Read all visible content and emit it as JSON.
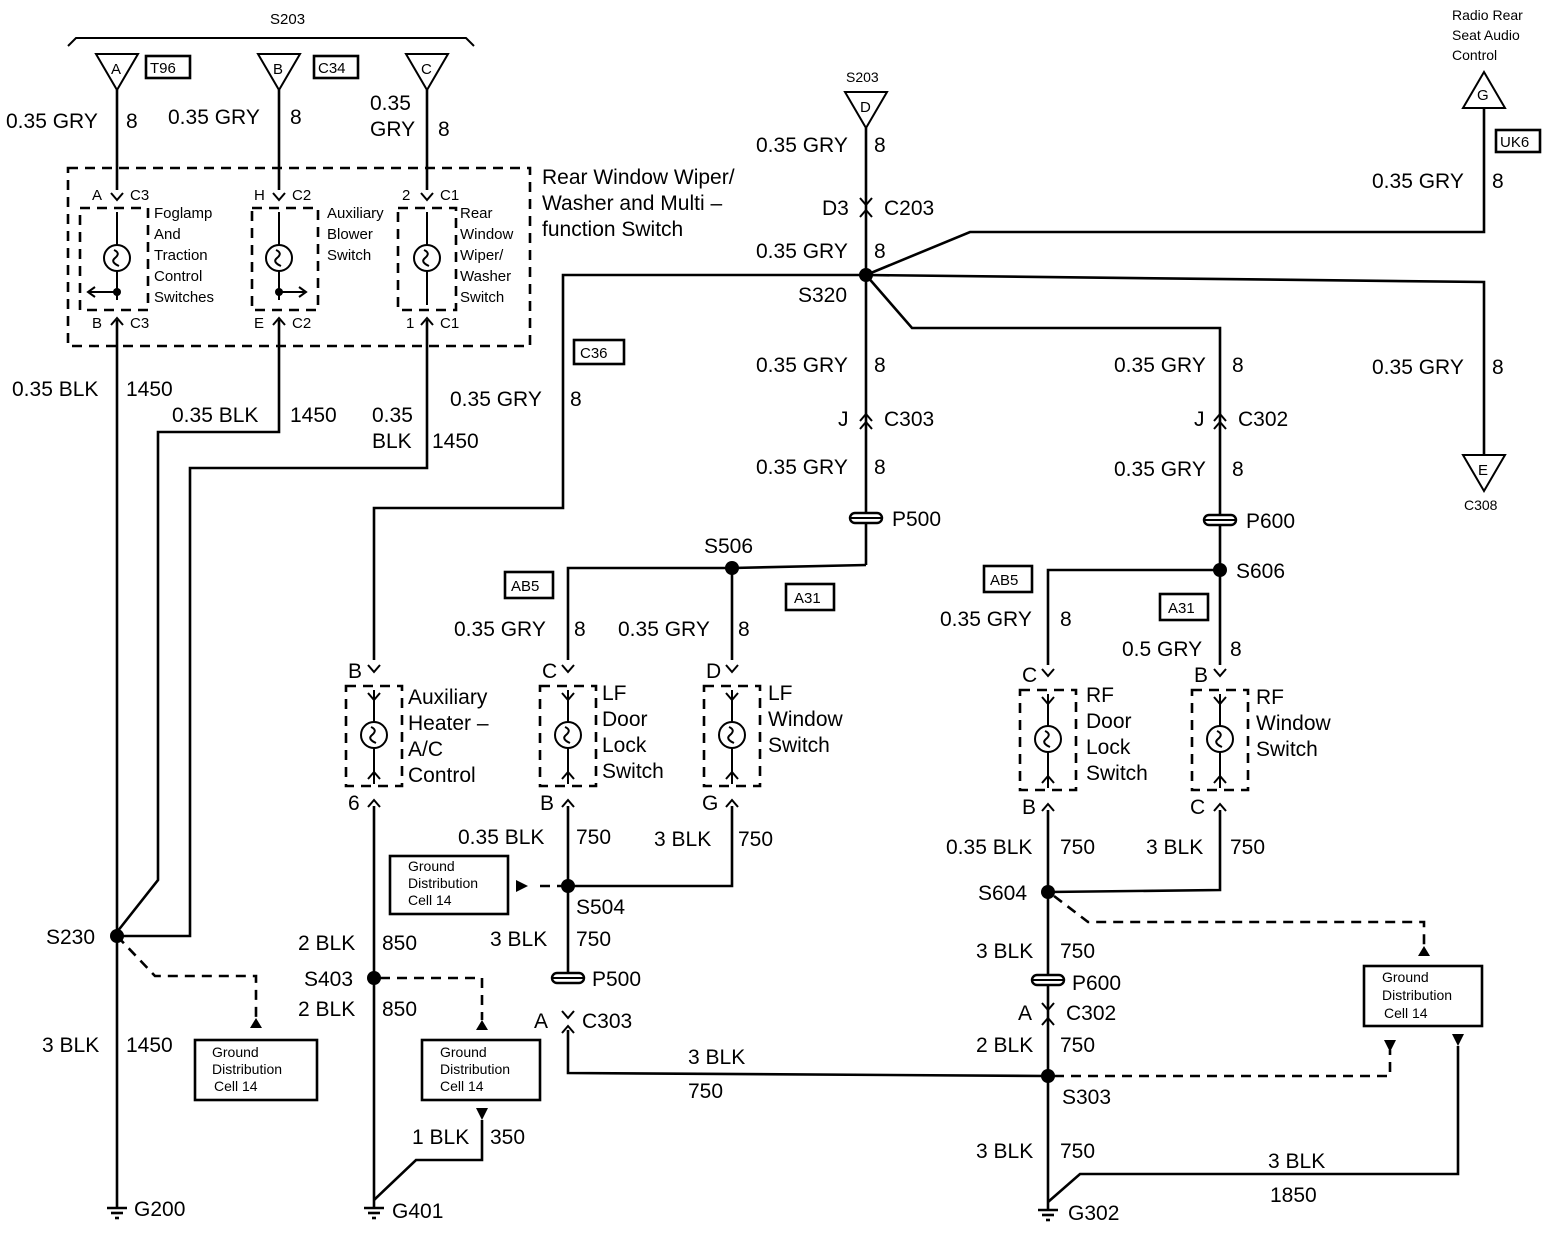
{
  "top_splice": "S203",
  "top_terminals": [
    {
      "letter": "A",
      "option": "T96",
      "wire": "0.35 GRY",
      "circuit": "8"
    },
    {
      "letter": "B",
      "option": "C34",
      "wire": "0.35 GRY",
      "circuit": "8"
    },
    {
      "letter": "C",
      "wire_line1": "0.35",
      "wire_line2": "GRY",
      "circuit": "8"
    }
  ],
  "multifunction_switch": {
    "title_lines": [
      "Rear Window Wiper/",
      "Washer and Multi –",
      "function Switch"
    ],
    "foglamp": {
      "label_lines": [
        "Foglamp",
        "And",
        "Traction",
        "Control",
        "Switches"
      ],
      "pin_top": "A",
      "conn_top": "C3",
      "pin_bot": "B",
      "conn_bot": "C3"
    },
    "blower": {
      "label_lines": [
        "Auxiliary",
        "Blower",
        "Switch"
      ],
      "pin_top": "H",
      "conn_top": "C2",
      "pin_bot": "E",
      "conn_bot": "C2"
    },
    "wiper": {
      "label_lines": [
        "Rear",
        "Window",
        "Wiper/",
        "Washer",
        "Switch"
      ],
      "pin_top": "2",
      "conn_top": "C1",
      "pin_bot": "1",
      "conn_bot": "C1"
    }
  },
  "left_ground_wires": [
    {
      "wire": "0.35 BLK",
      "circuit": "1450"
    },
    {
      "wire": "0.35 BLK",
      "circuit": "1450"
    },
    {
      "wire_line1": "0.35",
      "wire_line2": "BLK",
      "circuit": "1450"
    }
  ],
  "s230": {
    "splice": "S230",
    "wire": "3 BLK",
    "circuit": "1450",
    "ground": "G200"
  },
  "ground_ref_lines": [
    "Ground",
    "Distribution",
    "Cell 14"
  ],
  "d_terminal": {
    "splice": "S203",
    "letter": "D",
    "wire": "0.35 GRY",
    "circuit": "8"
  },
  "c203": {
    "pin": "D3",
    "connector": "C203",
    "wire": "0.35 GRY",
    "circuit": "8"
  },
  "s320": "S320",
  "radio": {
    "label_lines": [
      "Radio Rear",
      "Seat Audio",
      "Control"
    ],
    "letter": "G",
    "option": "UK6",
    "wire": "0.35 GRY",
    "circuit": "8"
  },
  "c308": {
    "letter": "E",
    "connector": "C308",
    "wire": "0.35 GRY",
    "circuit": "8"
  },
  "c36": {
    "option": "C36",
    "wire": "0.35 GRY",
    "circuit": "8"
  },
  "left_door": {
    "wire_a": "0.35 GRY",
    "circuit_a": "8",
    "pin": "J",
    "connector": "C303",
    "wire_b": "0.35 GRY",
    "circuit_b": "8",
    "inline": "P500",
    "splice": "S506",
    "opt_lock": "AB5",
    "opt_window": "A31"
  },
  "right_door": {
    "wire_a": "0.35 GRY",
    "circuit_a": "8",
    "pin": "J",
    "connector": "C302",
    "wire_b": "0.35 GRY",
    "circuit_b": "8",
    "inline": "P600",
    "splice": "S606",
    "opt_lock": "AB5",
    "opt_window": "A31"
  },
  "aux_heater": {
    "label_lines": [
      "Auxiliary",
      "Heater –",
      "A/C",
      "Control"
    ],
    "pin_top": "B",
    "pin_bot": "6",
    "wire": "2 BLK",
    "circuit": "850"
  },
  "lf_lock": {
    "label_lines": [
      "LF",
      "Door",
      "Lock",
      "Switch"
    ],
    "pin_top": "C",
    "pin_bot": "B",
    "wire_top": "0.35 GRY",
    "circuit_top": "8",
    "wire_bot": "0.35 BLK",
    "circuit_bot": "750"
  },
  "lf_window": {
    "label_lines": [
      "LF",
      "Window",
      "Switch"
    ],
    "pin_top": "D",
    "pin_bot": "G",
    "wire_top": "0.35 GRY",
    "circuit_top": "8",
    "wire_bot": "3 BLK",
    "circuit_bot": "750"
  },
  "rf_lock": {
    "label_lines": [
      "RF",
      "Door",
      "Lock",
      "Switch"
    ],
    "pin_top": "C",
    "pin_bot": "B",
    "wire_top": "0.35 GRY",
    "circuit_top": "8",
    "wire_bot": "0.35 BLK",
    "circuit_bot": "750"
  },
  "rf_window": {
    "label_lines": [
      "RF",
      "Window",
      "Switch"
    ],
    "pin_top": "B",
    "pin_bot": "C",
    "wire_top": "0.5 GRY",
    "circuit_top": "8",
    "wire_bot": "3 BLK",
    "circuit_bot": "750"
  },
  "s504": {
    "splice": "S504",
    "wire": "3 BLK",
    "circuit": "750",
    "inline": "P500",
    "pin": "A",
    "connector": "C303"
  },
  "s403": {
    "splice": "S403",
    "wire_above": "2 BLK",
    "circuit_above": "850",
    "wire_below": "2 BLK",
    "circuit_below": "850",
    "ground": "G401",
    "branch_wire": "1 BLK",
    "branch_circuit": "350"
  },
  "s604": {
    "splice": "S604",
    "wire": "3 BLK",
    "circuit": "750",
    "inline": "P600",
    "pin": "A",
    "connector": "C302",
    "wire_below": "2 BLK",
    "circuit_below": "750"
  },
  "s303": {
    "splice": "S303",
    "wire_left": "3 BLK",
    "circuit_left": "750",
    "wire_below": "3 BLK",
    "circuit_below": "750",
    "ground": "G302"
  },
  "g302_branch": {
    "wire": "3 BLK",
    "circuit": "1850"
  }
}
